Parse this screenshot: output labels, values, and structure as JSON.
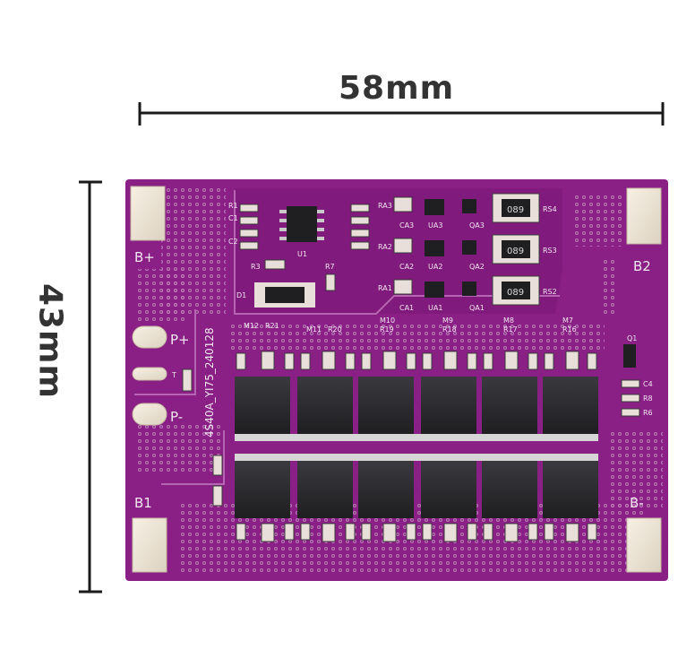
{
  "dimensions": {
    "width_label": "58mm",
    "height_label": "43mm"
  },
  "board": {
    "pad_labels": {
      "b_plus": "B+",
      "b2": "B2",
      "b1": "B1",
      "b_minus": "B-",
      "p_plus": "P+",
      "p_minus": "P-",
      "t": "T"
    },
    "silkscreen_id": "4S40A_YI75_240128",
    "chip_marking": "089",
    "component_labels": {
      "r1": "R1",
      "c1": "C1",
      "c2": "C2",
      "u1": "U1",
      "r3": "R3",
      "r7": "R7",
      "d1": "D1",
      "ra3": "RA3",
      "ca3": "CA3",
      "ua3": "UA3",
      "qa3": "QA3",
      "rs4": "RS4",
      "ra2": "RA2",
      "ca2": "CA2",
      "ua2": "UA2",
      "qa2": "QA2",
      "rs3": "RS3",
      "ra1": "RA1",
      "ca1": "CA1",
      "ua1": "UA1",
      "qa1": "QA1",
      "rs2": "RS2",
      "m12": "M12",
      "r21": "R21",
      "m11": "M11",
      "r20": "R20",
      "m10": "M10",
      "r19": "R19",
      "m9": "M9",
      "r18": "R18",
      "m8": "M8",
      "r17": "R17",
      "m7": "M7",
      "r16": "R16",
      "q1": "Q1",
      "c4": "C4",
      "r8": "R8",
      "r6": "R6"
    }
  },
  "colors": {
    "pcb": "#8a1f86",
    "pcb_dark": "#6d1569",
    "pad": "#efe7d9",
    "silk": "#f0e6ef",
    "mosfet": "#2b2b2e",
    "dimension_line": "#1a1a1a"
  }
}
